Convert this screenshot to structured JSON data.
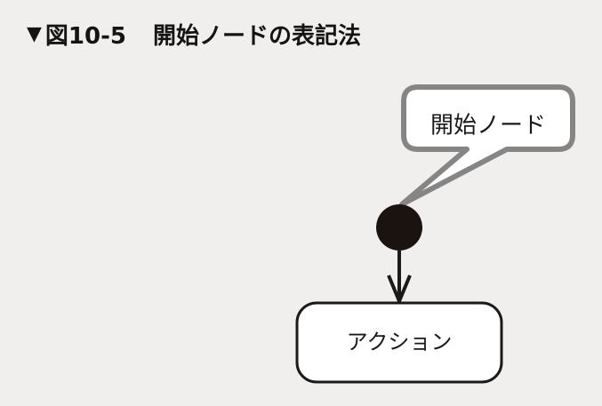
{
  "figure": {
    "marker": "▼",
    "number": "図10-5",
    "title": "開始ノードの表記法"
  },
  "callout": {
    "label": "開始ノード"
  },
  "action": {
    "label": "アクション"
  },
  "colors": {
    "background": "#f1efee",
    "callout_border": "#858585",
    "node_fill": "#1a1310",
    "ink": "#141414"
  }
}
